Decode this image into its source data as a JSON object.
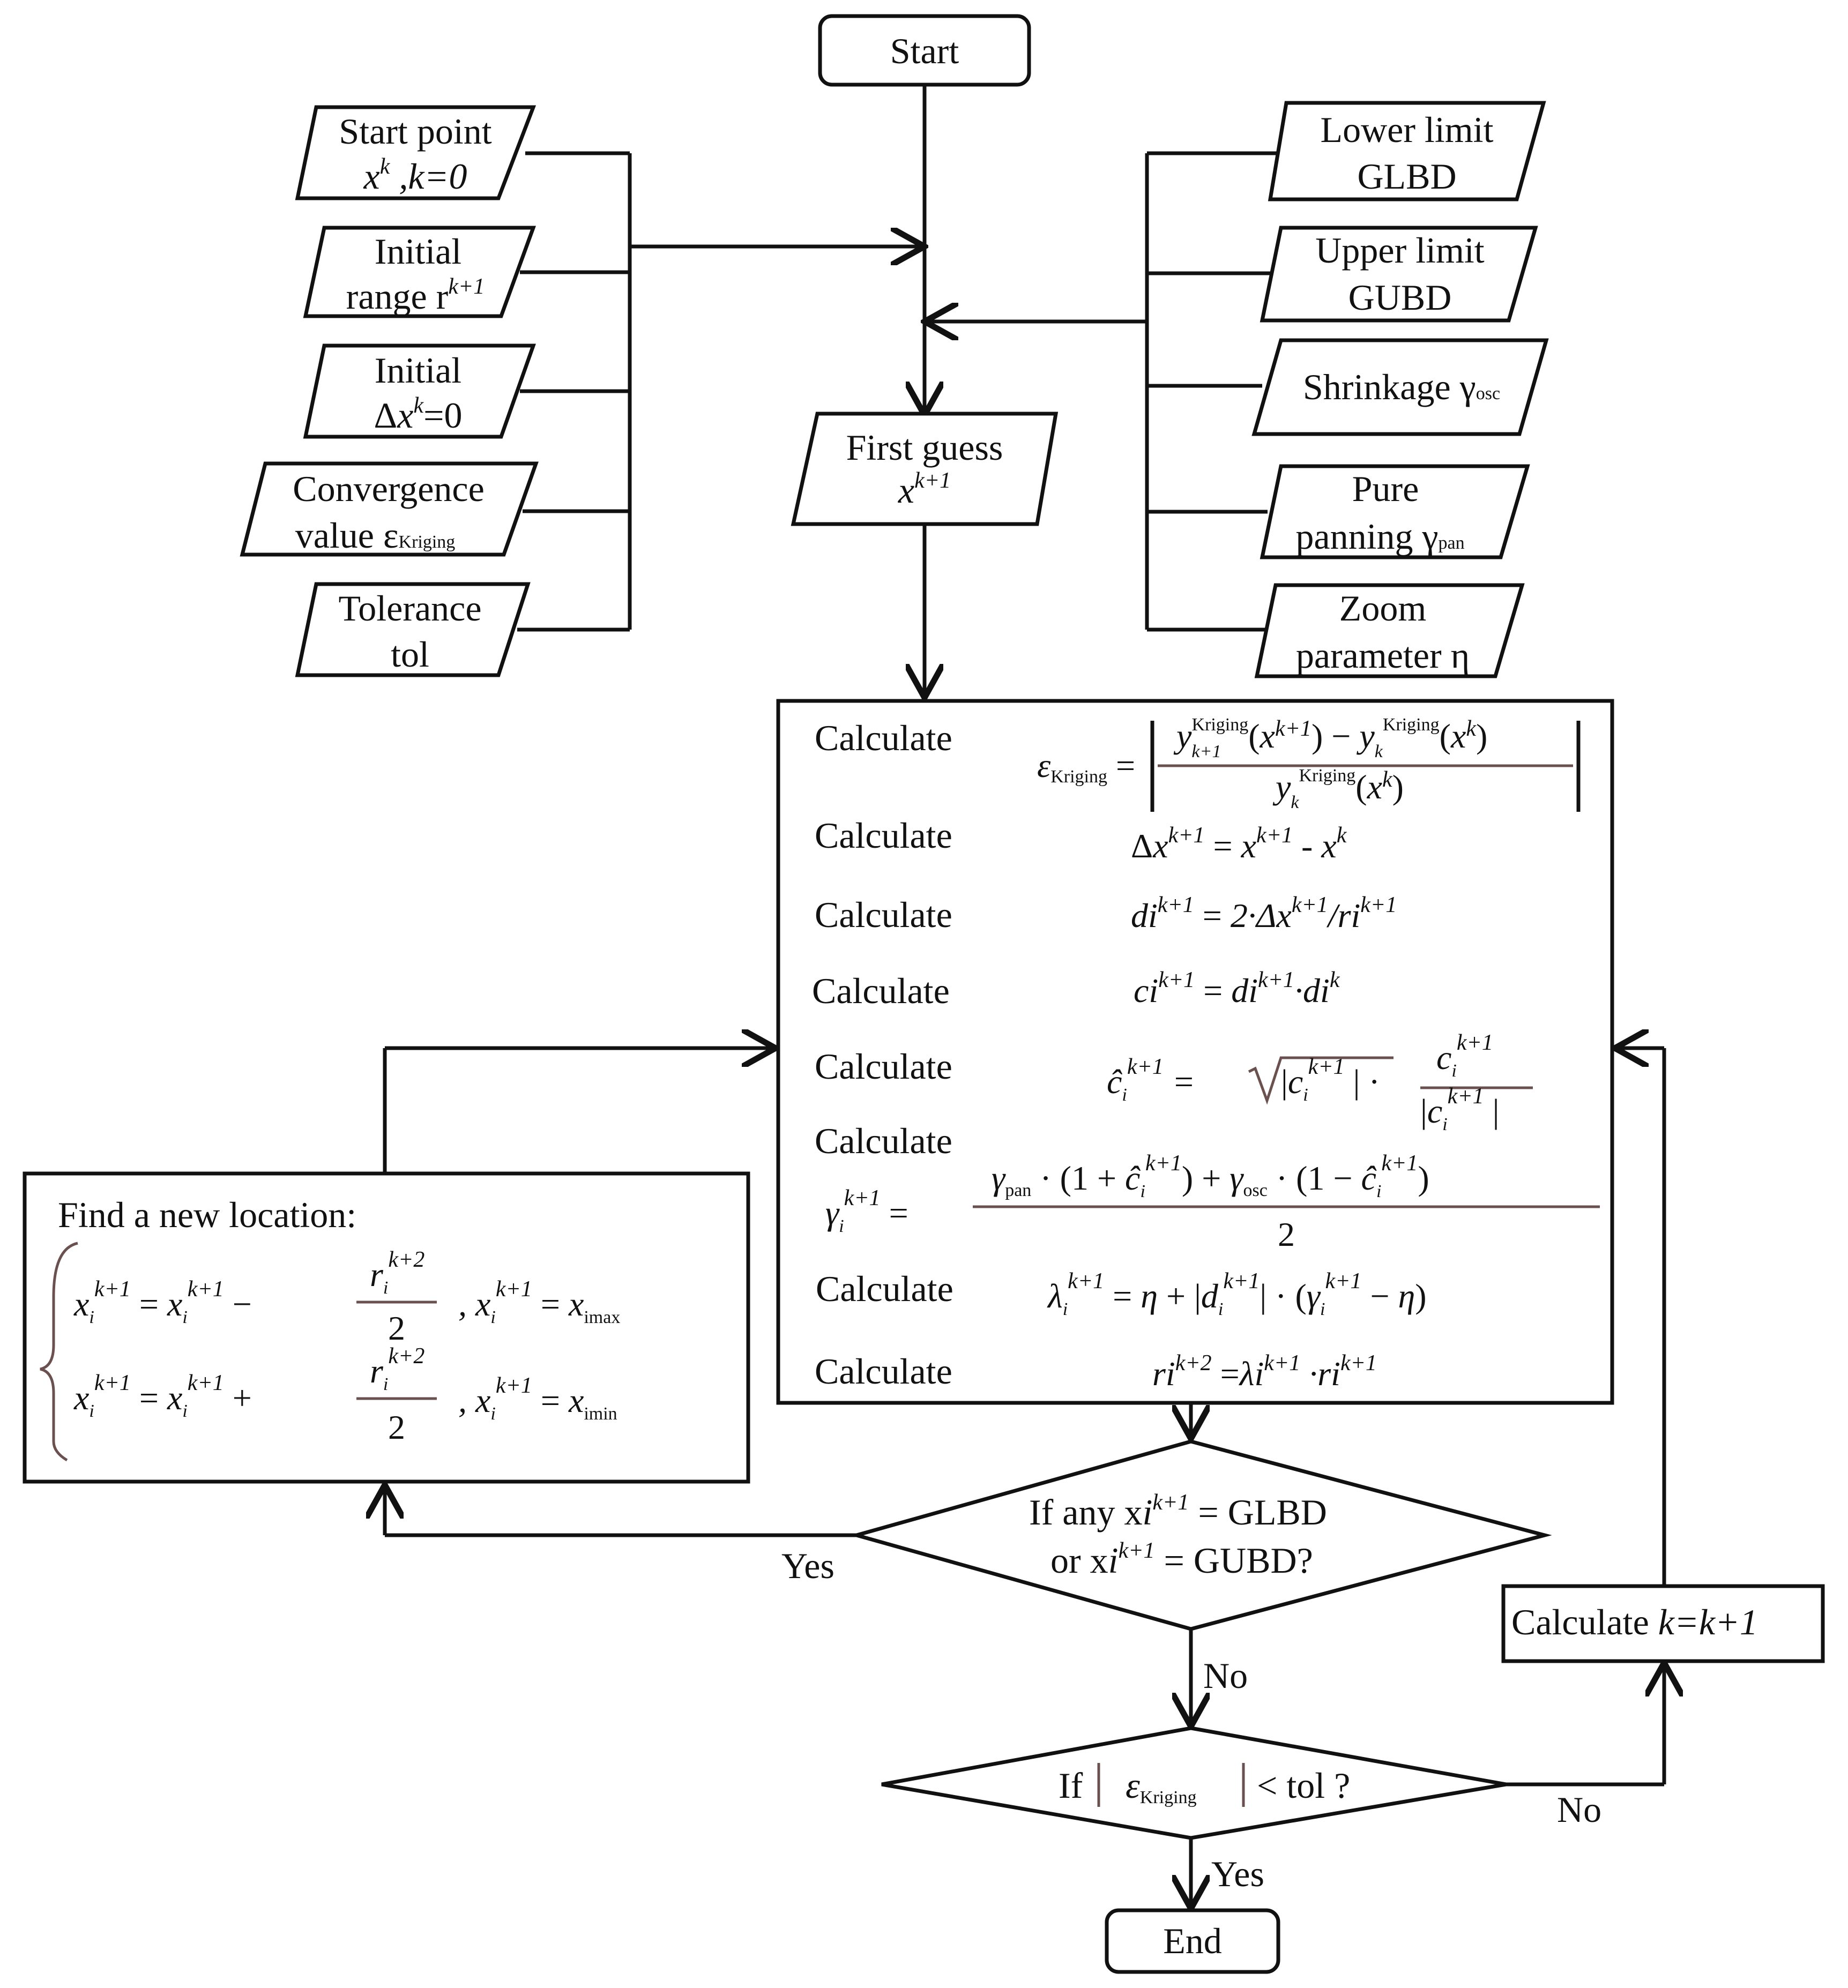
{
  "start": "Start",
  "end": "End",
  "inputs_left": [
    {
      "line1": "Start point",
      "line2": "x^k ,k=0"
    },
    {
      "line1": "Initial",
      "line2": "range r^{k+1}"
    },
    {
      "line1": "Initial",
      "line2": "Δx^k=0"
    },
    {
      "line1": "Convergence",
      "line2": "value ε_Kriging"
    },
    {
      "line1": "Tolerance",
      "line2": "tol"
    }
  ],
  "inputs_right": [
    {
      "line1": "Lower limit",
      "line2": "GLBD"
    },
    {
      "line1": "Upper limit",
      "line2": "GUBD"
    },
    {
      "line1": "Shrinkage γ_osc",
      "line2": ""
    },
    {
      "line1": "Pure",
      "line2": "panning γ_pan"
    },
    {
      "line1": "Zoom",
      "line2": "parameter η"
    }
  ],
  "first_guess": {
    "line1": "First guess",
    "line2": "x^{k+1}"
  },
  "calc_box": {
    "label": "Calculate",
    "steps": [
      "ε_Kriging = | (y_{k+1}^Kriging(x^{k+1}) − y_k^Kriging(x^k)) / y_k^Kriging(x^k) |",
      "Δx^{k+1} = x^{k+1} - x^k",
      "d_i^{k+1} = 2·Δx^{k+1}/r_i^{k+1}",
      "c_i^{k+1} = d_i^{k+1}·d_i^k",
      "ĉ_i^{k+1} = √|c_i^{k+1}| · c_i^{k+1}/|c_i^{k+1}|",
      "γ_i^{k+1} = (γ_pan·(1+ĉ_i^{k+1}) + γ_osc·(1−ĉ_i^{k+1}))/2",
      "λ_i^{k+1} = η + |d_i^{k+1}|·(γ_i^{k+1} − η)",
      "r_i^{k+2} = λ_i^{k+1}·r_i^{k+1}"
    ]
  },
  "new_location": {
    "title": "Find a new location:",
    "case1": "x_i^{k+1} = x_i^{k+1} − r_i^{k+2}/2 ,   x_i^{k+1} = x_imax",
    "case2": "x_i^{k+1} = x_i^{k+1} + r_i^{k+2}/2 ,   x_i^{k+1} = x_imin"
  },
  "decision1": {
    "line1": "If any x_i^{k+1} = GLBD",
    "line2": "or x_i^{k+1} = GUBD?"
  },
  "decision2": "If | ε_Kriging | < tol ?",
  "increment": "Calculate  k=k+1",
  "labels": {
    "yes1": "Yes",
    "no1": "No",
    "no2": "No",
    "yes2": "Yes"
  },
  "text": {
    "calc": "Calculate",
    "start_point": "Start point",
    "initial": "Initial",
    "range": "range r",
    "convergence": "Convergence",
    "value": "value ε",
    "kriging": "Kriging",
    "tolerance": "Tolerance",
    "tol": "tol",
    "lower_limit": "Lower limit",
    "glbd": "GLBD",
    "upper_limit": "Upper limit",
    "gubd": "GUBD",
    "shrinkage": "Shrinkage γ",
    "osc": "osc",
    "pure": "Pure",
    "panning": "panning γ",
    "pan": "pan",
    "zoom": "Zoom",
    "parameter": "parameter η",
    "first_guess": "First guess",
    "find": "Find a new location:",
    "if_any": "If any x",
    "or_x": "or x",
    "eq_glbd": "= GLBD",
    "eq_gubd": "= GUBD?",
    "if_eps": "If",
    "lt_tol": "< tol ?",
    "calc_k": "Calculate",
    "k_expr": "k=k+1",
    "kp1": "k+1",
    "kp2": "k+2",
    "k": "k",
    "i": "i",
    "two": "2",
    "imax": "imax",
    "imin": "imin"
  }
}
